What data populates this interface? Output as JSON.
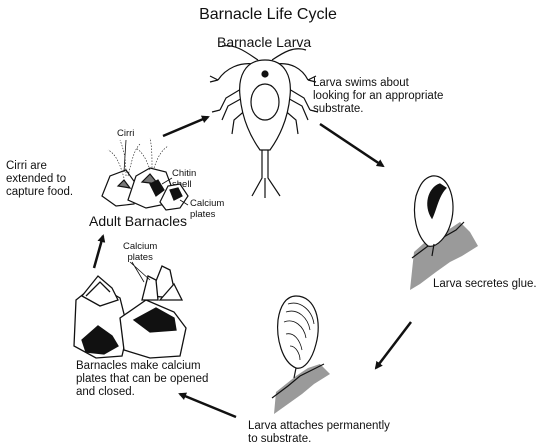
{
  "title": "Barnacle Life Cycle",
  "stages": {
    "larva": {
      "heading": "Barnacle Larva",
      "caption": [
        "Larva swims about",
        "looking for an appropriate",
        "substrate."
      ]
    },
    "glue": {
      "caption": [
        "Larva secretes glue."
      ]
    },
    "attach": {
      "caption": [
        "Larva attaches permanently",
        "to substrate."
      ]
    },
    "plates": {
      "caption": [
        "Barnacles make calcium",
        "plates that can be opened",
        "and closed."
      ],
      "label_calcium": [
        "Calcium",
        "plates"
      ]
    },
    "adult": {
      "heading": "Adult Barnacles",
      "label_cirri": "Cirri",
      "label_chitin": [
        "Chitin",
        "shell"
      ],
      "label_calcium": [
        "Calcium",
        "plates"
      ]
    },
    "cirri_note": [
      "Cirri are",
      "extended to",
      "capture food."
    ]
  }
}
